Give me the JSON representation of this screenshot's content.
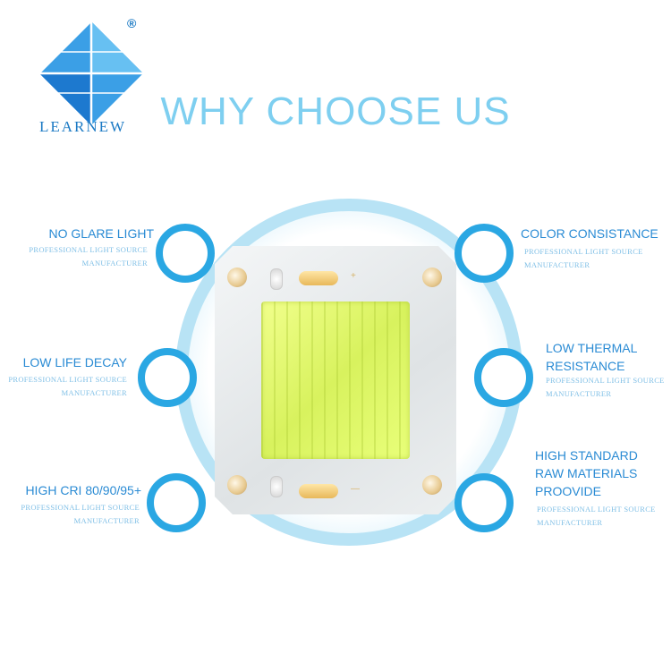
{
  "brand": {
    "name": "LEARNEW",
    "registered_mark": "®"
  },
  "title": "WHY CHOOSE US",
  "features": [
    {
      "title": "NO GLARE LIGHT",
      "sub1": "PROFESSIONAL LIGHT SOURCE",
      "sub2": "MANUFACTURER"
    },
    {
      "title": "LOW LIFE DECAY",
      "sub1": "PROFESSIONAL LIGHT SOURCE",
      "sub2": "MANUFACTURER"
    },
    {
      "title": "HIGH CRI 80/90/95+",
      "sub1": "PROFESSIONAL LIGHT SOURCE",
      "sub2": "MANUFACTURER"
    },
    {
      "title": "COLOR CONSISTANCE",
      "sub1": "PROFESSIONAL LIGHT SOURCE",
      "sub2": "MANUFACTURER"
    },
    {
      "title_line1": "LOW THERMAL",
      "title_line2": "RESISTANCE",
      "sub1": "PROFESSIONAL LIGHT SOURCE",
      "sub2": "MANUFACTURER"
    },
    {
      "title_line1": "HIGH STANDARD",
      "title_line2": "RAW MATERIALS",
      "title_line3": "PROOVIDE",
      "sub1": "PROFESSIONAL LIGHT SOURCE",
      "sub2": "MANUFACTURER"
    }
  ],
  "chip": {
    "plus_mark": "+",
    "minus_mark": "—"
  },
  "colors": {
    "accent": "#2aa7e3",
    "title": "#7ecff0",
    "phosphor": "#d8f25e",
    "ring_light": "#b8e3f5"
  }
}
